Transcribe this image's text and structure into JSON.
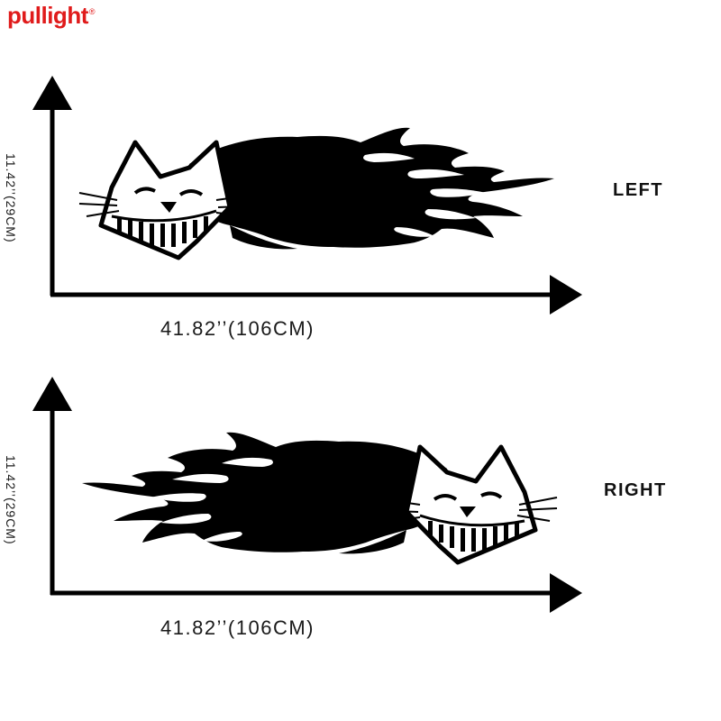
{
  "brand": {
    "name": "pullight",
    "mark": "®",
    "color": "#e01b1b"
  },
  "panels": [
    {
      "side_label": "LEFT",
      "width_text": "41.82’’(106CM)",
      "height_text": "11.42’’(29CM)",
      "facing": "left"
    },
    {
      "side_label": "RIGHT",
      "width_text": "41.82’’(106CM)",
      "height_text": "11.42’’(29CM)",
      "facing": "right"
    }
  ],
  "icons": [
    "flaming-cat-decal-icon"
  ]
}
